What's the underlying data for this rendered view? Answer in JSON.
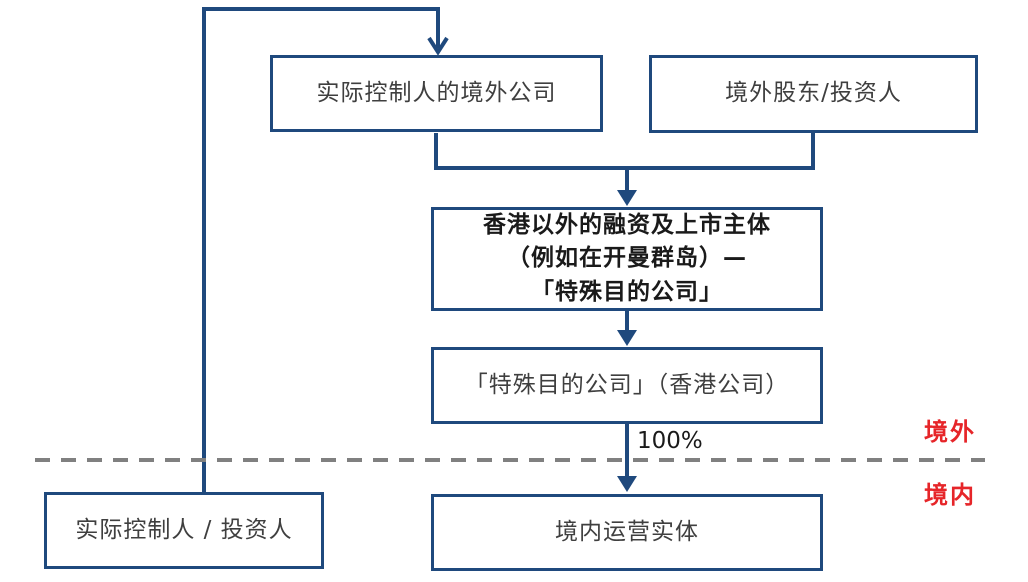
{
  "diagram": {
    "title": "offshore-listing-structure",
    "nodes": {
      "controller_offshore_company": {
        "label": "实际控制人的境外公司"
      },
      "offshore_shareholders": {
        "label": "境外股东/投资人"
      },
      "listing_entity": {
        "lines": [
          "香港以外的融资及上市主体",
          "（例如在开曼群岛）—",
          "「特殊目的公司」"
        ]
      },
      "hk_company": {
        "label": "「特殊目的公司」（香港公司）"
      },
      "actual_controller": {
        "label": "实际控制人 / 投资人"
      },
      "domestic_operating_entity": {
        "label": "境内运营实体"
      }
    },
    "edge_labels": {
      "ownership_percent": "100%"
    },
    "region_labels": {
      "offshore": "境外",
      "onshore": "境内"
    },
    "colors": {
      "box_border": "#1f497d",
      "connector": "#1f497d",
      "region_label_red": "#e62529",
      "divider_gray": "#808080",
      "body_text": "#3f3f3f"
    }
  }
}
